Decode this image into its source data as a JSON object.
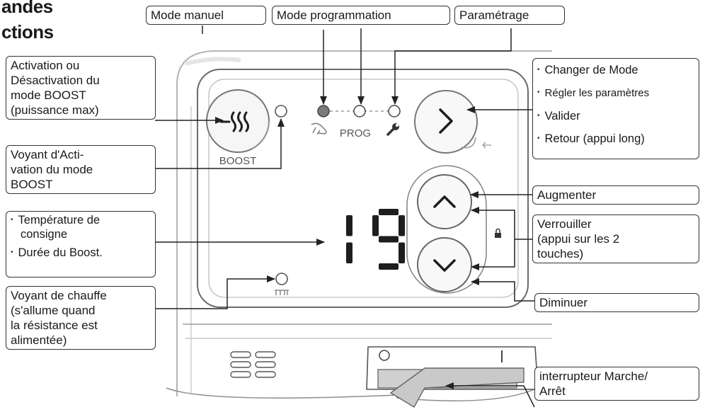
{
  "heading": {
    "line1": "andes",
    "line2": "ctions"
  },
  "labels": {
    "manual_mode": "Mode manuel",
    "prog_mode": "Mode programmation",
    "settings": "Paramétrage",
    "boost_activation": [
      "Activation ou",
      "Désactivation du",
      "mode BOOST",
      "(puissance max)"
    ],
    "boost_indicator": [
      "Voyant d'Acti-",
      "vation du mode",
      "BOOST"
    ],
    "temperature": [
      "Température de",
      "consigne"
    ],
    "boost_duration": "Durée du Boost.",
    "heating_indicator": [
      "Voyant de chauffe",
      "(s'allume quand",
      "la résistance est",
      "alimentée)"
    ],
    "mode_actions": [
      "Changer de Mode",
      "Régler les paramètres",
      "Valider",
      "Retour (appui long)"
    ],
    "increase": "Augmenter",
    "lock": [
      "Verrouiller",
      "(appui sur les 2",
      "touches)"
    ],
    "decrease": "Diminuer",
    "power_switch": [
      "interrupteur Marche/",
      "Arrêt"
    ]
  },
  "device": {
    "boost_button_text": "BOOST",
    "prog_text": "PROG",
    "display_value": "19"
  },
  "colors": {
    "line": "#222222",
    "panel_border": "#6b6b6b",
    "segment": "#1e1e1e"
  }
}
